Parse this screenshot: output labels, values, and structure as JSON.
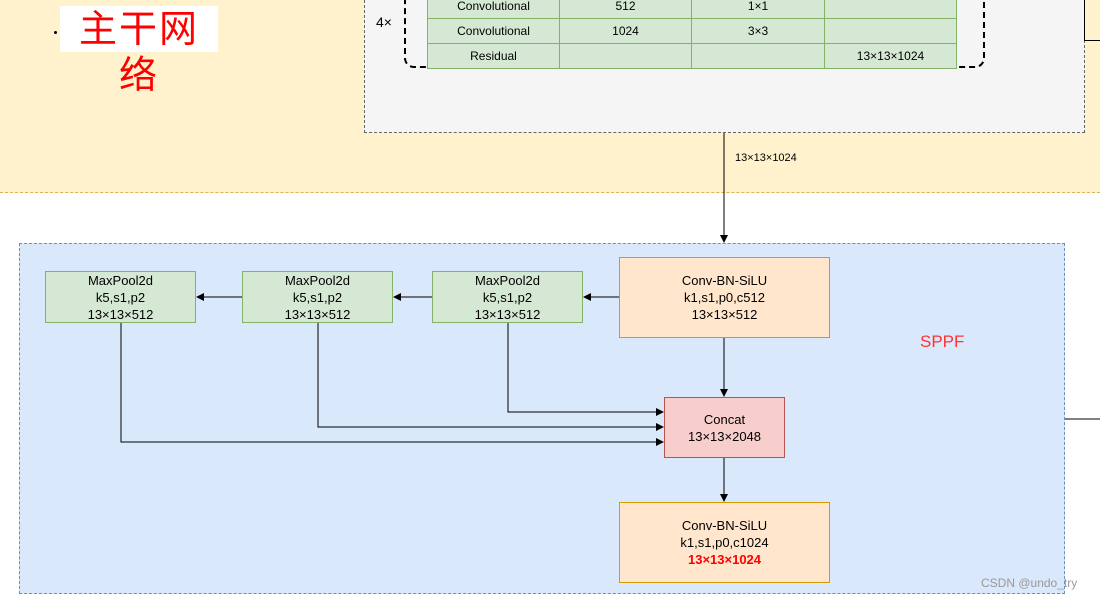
{
  "backbone": {
    "title": "主干网络",
    "repeat": "4×",
    "rows": [
      [
        "Convolutional",
        "512",
        "1×1",
        ""
      ],
      [
        "Convolutional",
        "1024",
        "3×3",
        ""
      ],
      [
        "Residual",
        "",
        "",
        "13×13×1024"
      ]
    ]
  },
  "flow_label": "13×13×1024",
  "sppf": {
    "label": "SPPF",
    "conv1": {
      "line1": "Conv-BN-SiLU",
      "line2": "k1,s1,p0,c512",
      "line3": "13×13×512"
    },
    "pools": [
      {
        "line1": "MaxPool2d",
        "line2": "k5,s1,p2",
        "line3": "13×13×512"
      },
      {
        "line1": "MaxPool2d",
        "line2": "k5,s1,p2",
        "line3": "13×13×512"
      },
      {
        "line1": "MaxPool2d",
        "line2": "k5,s1,p2",
        "line3": "13×13×512"
      }
    ],
    "concat": {
      "line1": "Concat",
      "line2": "13×13×2048"
    },
    "conv2": {
      "line1": "Conv-BN-SiLU",
      "line2": "k1,s1,p0,c1024",
      "line3": "13×13×1024"
    }
  },
  "watermark": "CSDN @undo_try",
  "colors": {
    "backbone_bg": "#fff2cc",
    "sppf_bg": "#dae8fc",
    "pool_fill": "#d5e8d4",
    "conv_fill": "#ffe6cc",
    "concat_fill": "#f8cecc",
    "title_red": "#ff0000"
  }
}
